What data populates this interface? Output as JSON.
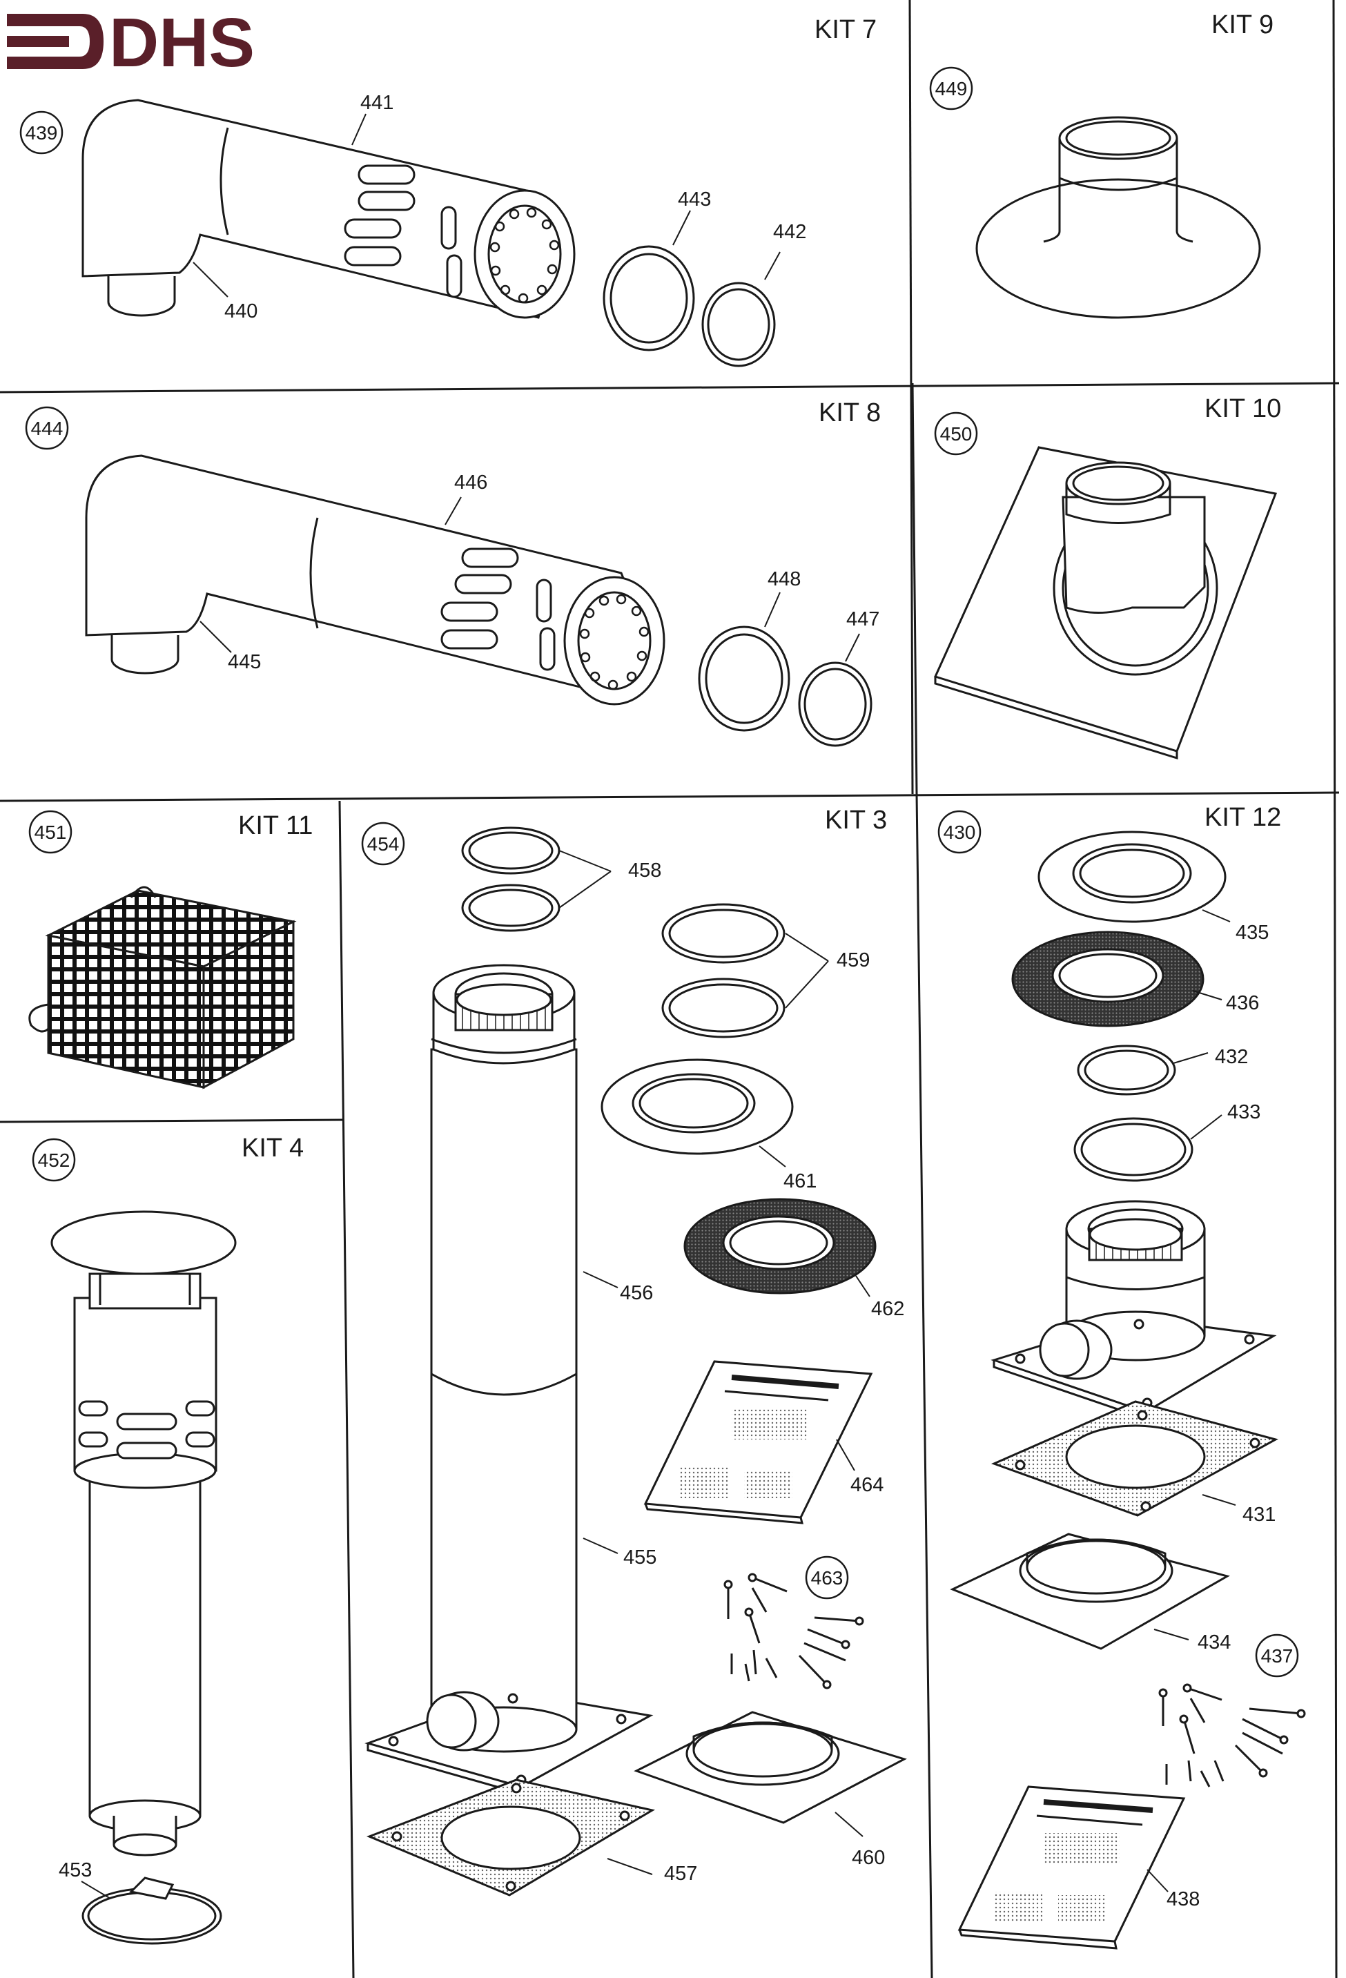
{
  "brand": {
    "name": "DHS",
    "color": "#5a1f29"
  },
  "kits": [
    {
      "id": "kit7",
      "title": "KIT 7",
      "circled": "439",
      "labels": [
        "441",
        "440",
        "443",
        "442"
      ]
    },
    {
      "id": "kit9",
      "title": "KIT 9",
      "circled": "449",
      "labels": []
    },
    {
      "id": "kit8",
      "title": "KIT 8",
      "circled": "444",
      "labels": [
        "446",
        "445",
        "448",
        "447"
      ]
    },
    {
      "id": "kit10",
      "title": "KIT 10",
      "circled": "450",
      "labels": []
    },
    {
      "id": "kit11",
      "title": "KIT 11",
      "circled": "451",
      "labels": []
    },
    {
      "id": "kit3",
      "title": "KIT 3",
      "circled": "454",
      "circled_2": "463",
      "labels": [
        "458",
        "459",
        "461",
        "456",
        "462",
        "464",
        "455",
        "457",
        "460"
      ]
    },
    {
      "id": "kit12",
      "title": "KIT 12",
      "circled": "430",
      "circled_2": "437",
      "labels": [
        "435",
        "436",
        "432",
        "433",
        "431",
        "434",
        "438"
      ]
    },
    {
      "id": "kit4",
      "title": "KIT 4",
      "circled": "452",
      "labels": [
        "453"
      ]
    }
  ],
  "colors": {
    "line": "#1a1a1a",
    "shade": "#555555",
    "paper": "#ffffff"
  }
}
